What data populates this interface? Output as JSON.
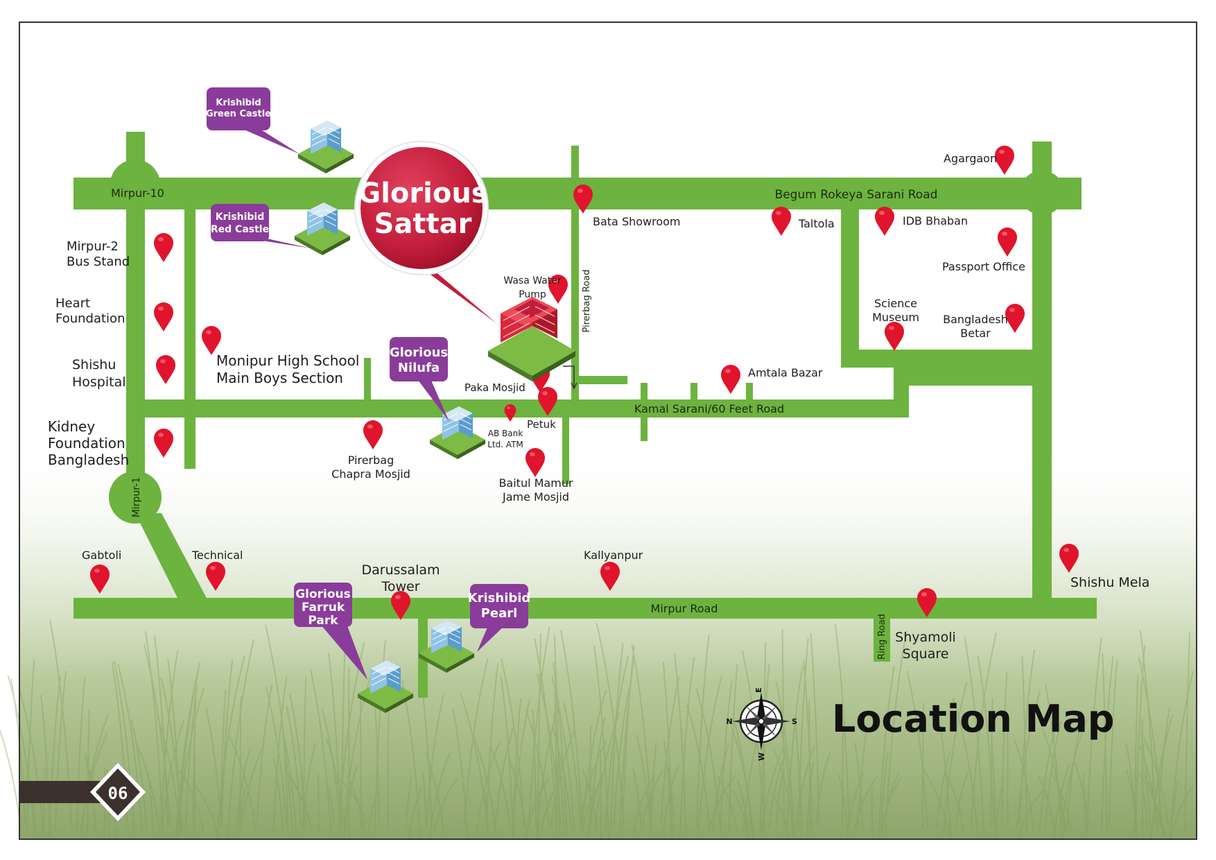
{
  "map": {
    "title": "Location Map",
    "page_number": "06",
    "highlight": {
      "line1": "Glorious",
      "line2": "Sattar",
      "color": "#c21d3a"
    },
    "colors": {
      "road": "#6db33f",
      "pin": "#e0142c",
      "project_tag": "#8a3c9a",
      "frame": "#333333",
      "page_tab": "#3b302c"
    },
    "projects": [
      {
        "id": "green-castle",
        "line1": "Krishibid",
        "line2": "Green Castle",
        "line3": ""
      },
      {
        "id": "red-castle",
        "line1": "Krishibid",
        "line2": "Red Castle",
        "line3": ""
      },
      {
        "id": "nilufa",
        "line1": "Glorious",
        "line2": "Nilufa",
        "line3": ""
      },
      {
        "id": "farruk-park",
        "line1": "Glorious",
        "line2": "Farruk",
        "line3": "Park"
      },
      {
        "id": "pearl",
        "line1": "Krishibid",
        "line2": "Pearl",
        "line3": ""
      }
    ],
    "roads": {
      "begum_rokeya": "Begum Rokeya Sarani Road",
      "kamal_sarani": "Kamal Sarani/60 Feet Road",
      "mirpur_road": "Mirpur Road",
      "pirerbag_road": "Pirerbag Road",
      "ring_road": "Ring Road",
      "mirpur_10": "Mirpur-10",
      "mirpur_1": "Mirpur-1"
    },
    "landmarks": [
      {
        "id": "mirpur-2",
        "line1": "Mirpur-2",
        "line2": "Bus Stand"
      },
      {
        "id": "heart-foundation",
        "line1": "Heart",
        "line2": "Foundation"
      },
      {
        "id": "shishu-hospital",
        "line1": "Shishu",
        "line2": "Hospital"
      },
      {
        "id": "kidney-foundation",
        "line1": "Kidney",
        "line2": "Foundation",
        "line3": "Bangladesh"
      },
      {
        "id": "monipur",
        "line1": "Monipur High School",
        "line2": "Main Boys Section"
      },
      {
        "id": "bata",
        "line1": "Bata Showroom"
      },
      {
        "id": "taltola",
        "line1": "Taltola"
      },
      {
        "id": "agargaon",
        "line1": "Agargaon"
      },
      {
        "id": "idb",
        "line1": "IDB Bhaban"
      },
      {
        "id": "passport",
        "line1": "Passport Office"
      },
      {
        "id": "science-museum",
        "line1": "Science",
        "line2": "Museum"
      },
      {
        "id": "betar",
        "line1": "Bangladesh",
        "line2": "Betar"
      },
      {
        "id": "wasa",
        "line1": "Wasa Water",
        "line2": "Pump"
      },
      {
        "id": "paka-mosjid",
        "line1": "Paka Mosjid"
      },
      {
        "id": "amtala",
        "line1": "Amtala Bazar"
      },
      {
        "id": "ab-bank",
        "line1": "AB Bank",
        "line2": "Ltd. ATM"
      },
      {
        "id": "petuk",
        "line1": "Petuk"
      },
      {
        "id": "pirerbag-chapra",
        "line1": "Pirerbag",
        "line2": "Chapra Mosjid"
      },
      {
        "id": "baitul-mamur",
        "line1": "Baitul Mamur",
        "line2": "Jame Mosjid"
      },
      {
        "id": "gabtoli",
        "line1": "Gabtoli"
      },
      {
        "id": "technical",
        "line1": "Technical"
      },
      {
        "id": "darussalam",
        "line1": "Darussalam",
        "line2": "Tower"
      },
      {
        "id": "kallyanpur",
        "line1": "Kallyanpur"
      },
      {
        "id": "shishu-mela",
        "line1": "Shishu Mela"
      },
      {
        "id": "shyamoli",
        "line1": "Shyamoli",
        "line2": "Square"
      }
    ],
    "compass": {
      "n": "N",
      "e": "E",
      "s": "S",
      "w": "W"
    }
  }
}
